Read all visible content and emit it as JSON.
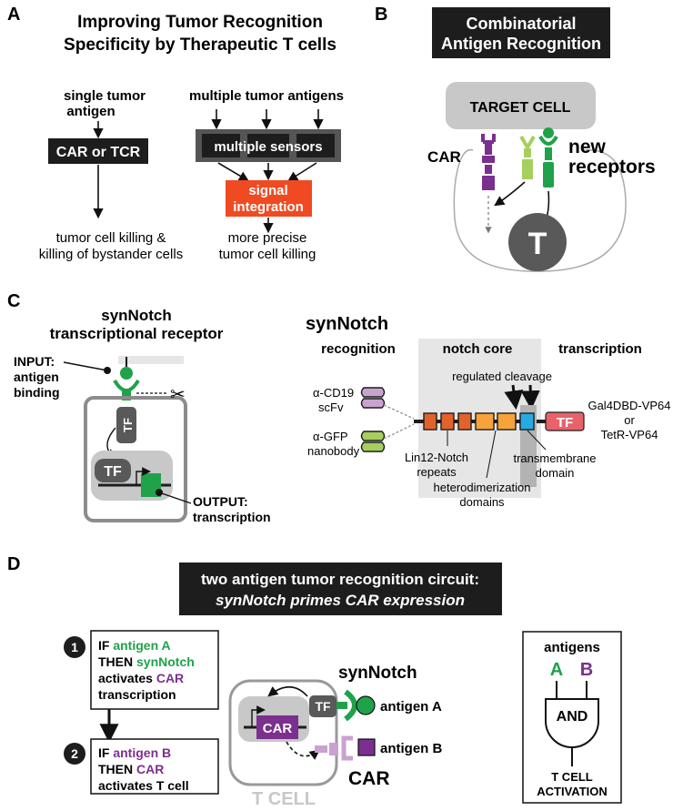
{
  "colors": {
    "green": "#1fa24a",
    "light_green": "#a6cf5f",
    "purple": "#7b2f8e",
    "light_purple": "#c9a2cf",
    "orange_red": "#f04a23",
    "dark": "#1d1d1d",
    "gray_box": "#c8c8c8",
    "dark_gray": "#595959",
    "outline_gray": "#8c8c8c",
    "cleavage_blue": "#27aae1",
    "tf_red": "#e8626a",
    "notch_orange_dark": "#e1632b",
    "notch_orange_light": "#f7a33b"
  },
  "panels": {
    "A": {
      "letter": "A",
      "title_line1": "Improving Tumor Recognition",
      "title_line2": "Specificity by Therapeutic T cells",
      "single_line1": "single tumor",
      "single_line2": "antigen",
      "car_tcr": "CAR or TCR",
      "killing_line1": "tumor cell killing &",
      "killing_line2": "killing of bystander cells",
      "multiple_antigens": "multiple tumor antigens",
      "multiple_sensors": "multiple sensors",
      "signal_line1": "signal",
      "signal_line2": "integration",
      "precise_line1": "more precise",
      "precise_line2": "tumor cell killing"
    },
    "B": {
      "letter": "B",
      "title_line1": "Combinatorial",
      "title_line2": "Antigen Recognition",
      "target_cell": "TARGET CELL",
      "car": "CAR",
      "new_line1": "new",
      "new_line2": "receptors",
      "t_label": "T"
    },
    "C": {
      "letter": "C",
      "title_line1": "synNotch",
      "title_line2": "transcriptional receptor",
      "input_line1": "INPUT:",
      "input_line2": "antigen",
      "input_line3": "binding",
      "tf": "TF",
      "output_line1": "OUTPUT:",
      "output_line2": "transcription",
      "synnotch": "synNotch",
      "recognition": "recognition",
      "notch_core": "notch core",
      "transcription": "transcription",
      "cd19_line1": "α-CD19",
      "cd19_line2": "scFv",
      "gfp_line1": "α-GFP",
      "gfp_line2": "nanobody",
      "regulated_cleavage": "regulated cleavage",
      "gal4_line1": "Gal4DBD-VP64",
      "gal4_line2": "or",
      "gal4_line3": "TetR-VP64",
      "lin12_line1": "Lin12-Notch",
      "lin12_line2": "repeats",
      "tm_line1": "transmembrane",
      "tm_line2": "domain",
      "hetero_line1": "heterodimerization",
      "hetero_line2": "domains"
    },
    "D": {
      "letter": "D",
      "title_line1": "two antigen tumor recognition circuit:",
      "title_line2": "synNotch primes CAR expression",
      "step1_num": "1",
      "step1_if": "IF ",
      "step1_antigen": "antigen A",
      "step1_then": "THEN ",
      "step1_synnotch": "synNotch",
      "step1_activates": "activates ",
      "step1_car": "CAR",
      "step1_transcription": "transcription",
      "step2_num": "2",
      "step2_if": "IF ",
      "step2_antigen": "antigen B",
      "step2_then": "THEN ",
      "step2_car": "CAR",
      "step2_activates": "activates T cell",
      "synnotch": "synNotch",
      "tf": "TF",
      "car_gene": "CAR",
      "antigen_a": "antigen A",
      "antigen_b": "antigen B",
      "car": "CAR",
      "t_cell": "T CELL",
      "antigens": "antigens",
      "a": "A",
      "b": "B",
      "and": "AND",
      "activation_line1": "T CELL",
      "activation_line2": "ACTIVATION"
    }
  }
}
